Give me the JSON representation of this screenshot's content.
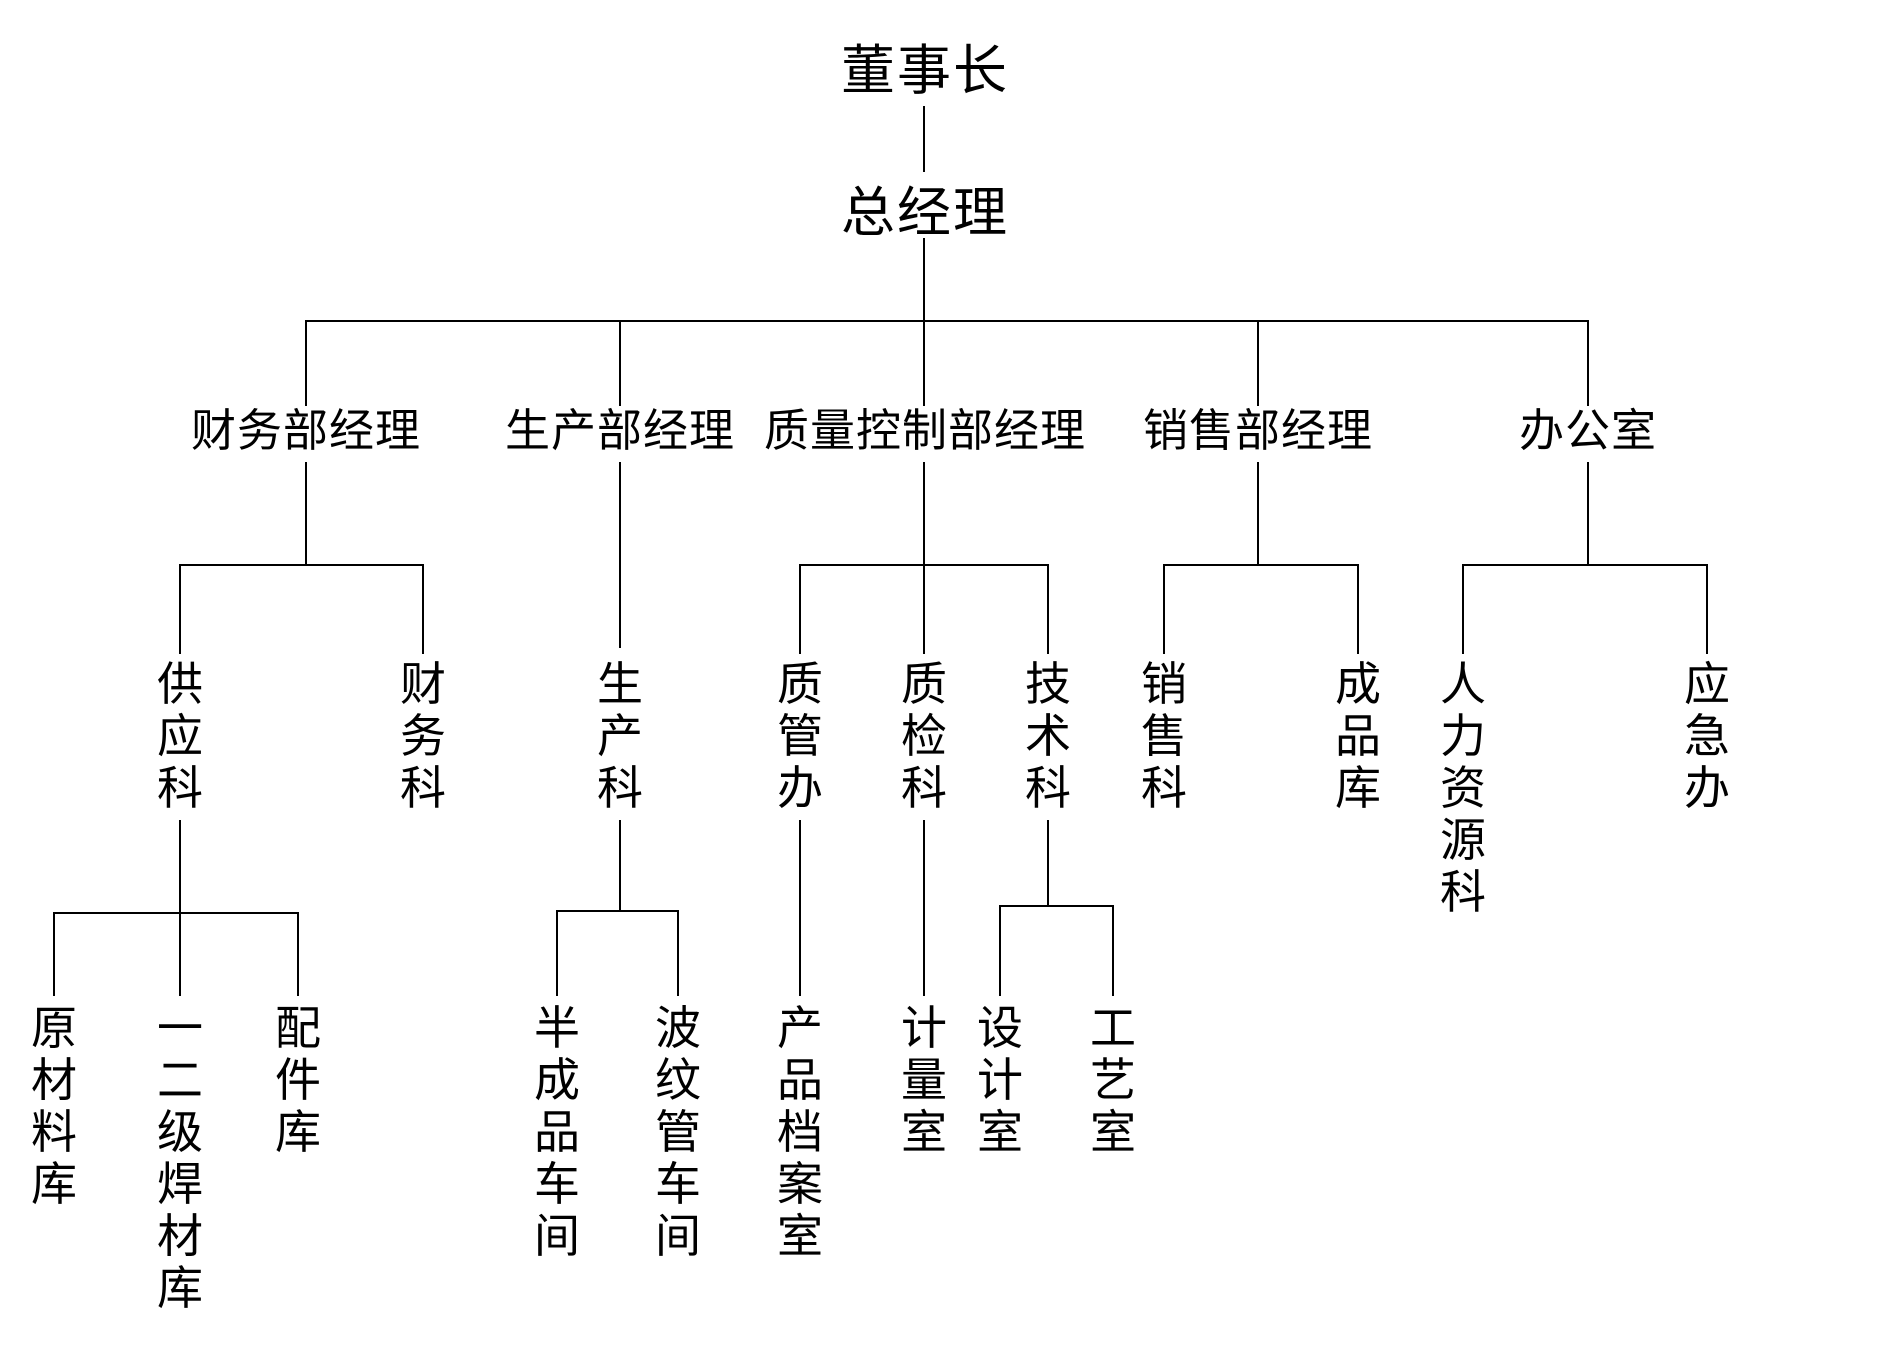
{
  "diagram": {
    "type": "org-chart",
    "background_color": "#ffffff",
    "line_color": "#000000",
    "text_color": "#000000"
  },
  "org": {
    "root": {
      "label": "董事长",
      "children": [
        {
          "label": "总经理",
          "children": [
            {
              "label": "财务部经理",
              "children": [
                {
                  "label": "供应科",
                  "children": [
                    {
                      "label": "原材料库"
                    },
                    {
                      "label": "一二级焊材库"
                    },
                    {
                      "label": "配件库"
                    }
                  ]
                },
                {
                  "label": "财务科"
                }
              ]
            },
            {
              "label": "生产部经理",
              "children": [
                {
                  "label": "生产科",
                  "children": [
                    {
                      "label": "半成品车间"
                    },
                    {
                      "label": "波纹管车间"
                    }
                  ]
                }
              ]
            },
            {
              "label": "质量控制部经理",
              "children": [
                {
                  "label": "质管办",
                  "children": [
                    {
                      "label": "产品档案室"
                    }
                  ]
                },
                {
                  "label": "质检科",
                  "children": [
                    {
                      "label": "计量室"
                    }
                  ]
                },
                {
                  "label": "技术科",
                  "children": [
                    {
                      "label": "设计室"
                    },
                    {
                      "label": "工艺室"
                    }
                  ]
                }
              ]
            },
            {
              "label": "销售部经理",
              "children": [
                {
                  "label": "销售科"
                },
                {
                  "label": "成品库"
                }
              ]
            },
            {
              "label": "办公室",
              "children": [
                {
                  "label": "人力资源科"
                },
                {
                  "label": "应急办"
                }
              ]
            }
          ]
        }
      ]
    }
  }
}
